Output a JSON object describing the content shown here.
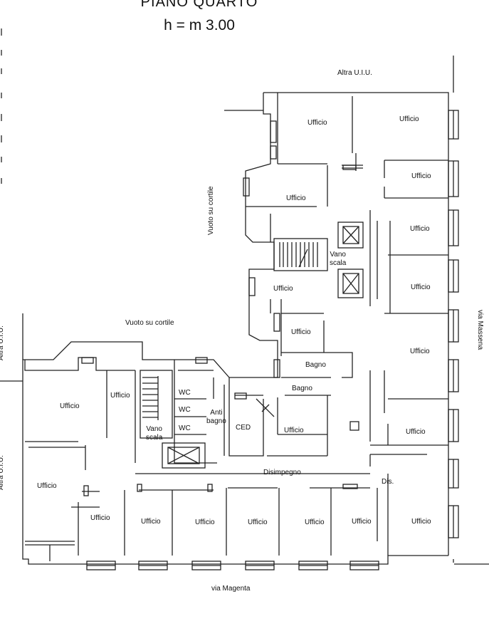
{
  "header": {
    "floor_title": "PIANO QUARTO",
    "height_label": "h = m 3.00"
  },
  "streets": {
    "south": "via Magenta",
    "east": "via Massena"
  },
  "neighbors": {
    "north": "Altra U.I.U.",
    "west_top": "Altra U.I.U.",
    "west_bottom": "Altra U.I.U."
  },
  "courtyards": {
    "upper": "Vuoto su cortile",
    "lower": "Vuoto su cortile"
  },
  "rooms": {
    "office": "Ufficio",
    "stair": "Vano scala",
    "stair_l1": "Vano",
    "stair_l2": "scala",
    "bath": "Bagno",
    "wc": "WC",
    "antibath_l1": "Anti",
    "antibath_l2": "bagno",
    "ced": "CED",
    "hall": "Disimpegno",
    "dis": "Dis."
  },
  "colors": {
    "wall": "#222222",
    "background": "#ffffff"
  }
}
